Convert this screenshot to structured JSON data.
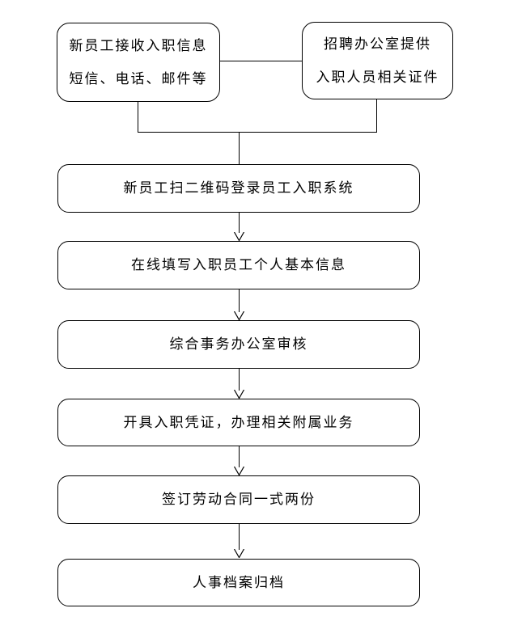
{
  "colors": {
    "background": "#ffffff",
    "line": "#000000",
    "text": "#000000"
  },
  "flowchart": {
    "nodes": [
      {
        "id": "receive-info",
        "lines": [
          "新员工接收入职信息",
          "短信、电话、邮件等"
        ]
      },
      {
        "id": "recruit-office",
        "lines": [
          "招聘办公室提供",
          "入职人员相关证件"
        ]
      },
      {
        "id": "scan-qr",
        "lines": [
          "新员工扫二维码登录员工入职系统"
        ]
      },
      {
        "id": "fill-info",
        "lines": [
          "在线填写入职员工个人基本信息"
        ]
      },
      {
        "id": "review",
        "lines": [
          "综合事务办公室审核"
        ]
      },
      {
        "id": "voucher",
        "lines": [
          "开具入职凭证，办理相关附属业务"
        ]
      },
      {
        "id": "contract",
        "lines": [
          "签订劳动合同一式两份"
        ]
      },
      {
        "id": "archive",
        "lines": [
          "人事档案归档"
        ]
      }
    ],
    "edges": [
      {
        "from": "receive-info",
        "to": "recruit-office",
        "arrow": false
      },
      {
        "from": "receive-info",
        "to": "scan-qr",
        "arrow": false
      },
      {
        "from": "recruit-office",
        "to": "scan-qr",
        "arrow": false
      },
      {
        "from": "scan-qr",
        "to": "fill-info",
        "arrow": true
      },
      {
        "from": "fill-info",
        "to": "review",
        "arrow": true
      },
      {
        "from": "review",
        "to": "voucher",
        "arrow": true
      },
      {
        "from": "voucher",
        "to": "contract",
        "arrow": true
      },
      {
        "from": "contract",
        "to": "archive",
        "arrow": true
      }
    ]
  }
}
